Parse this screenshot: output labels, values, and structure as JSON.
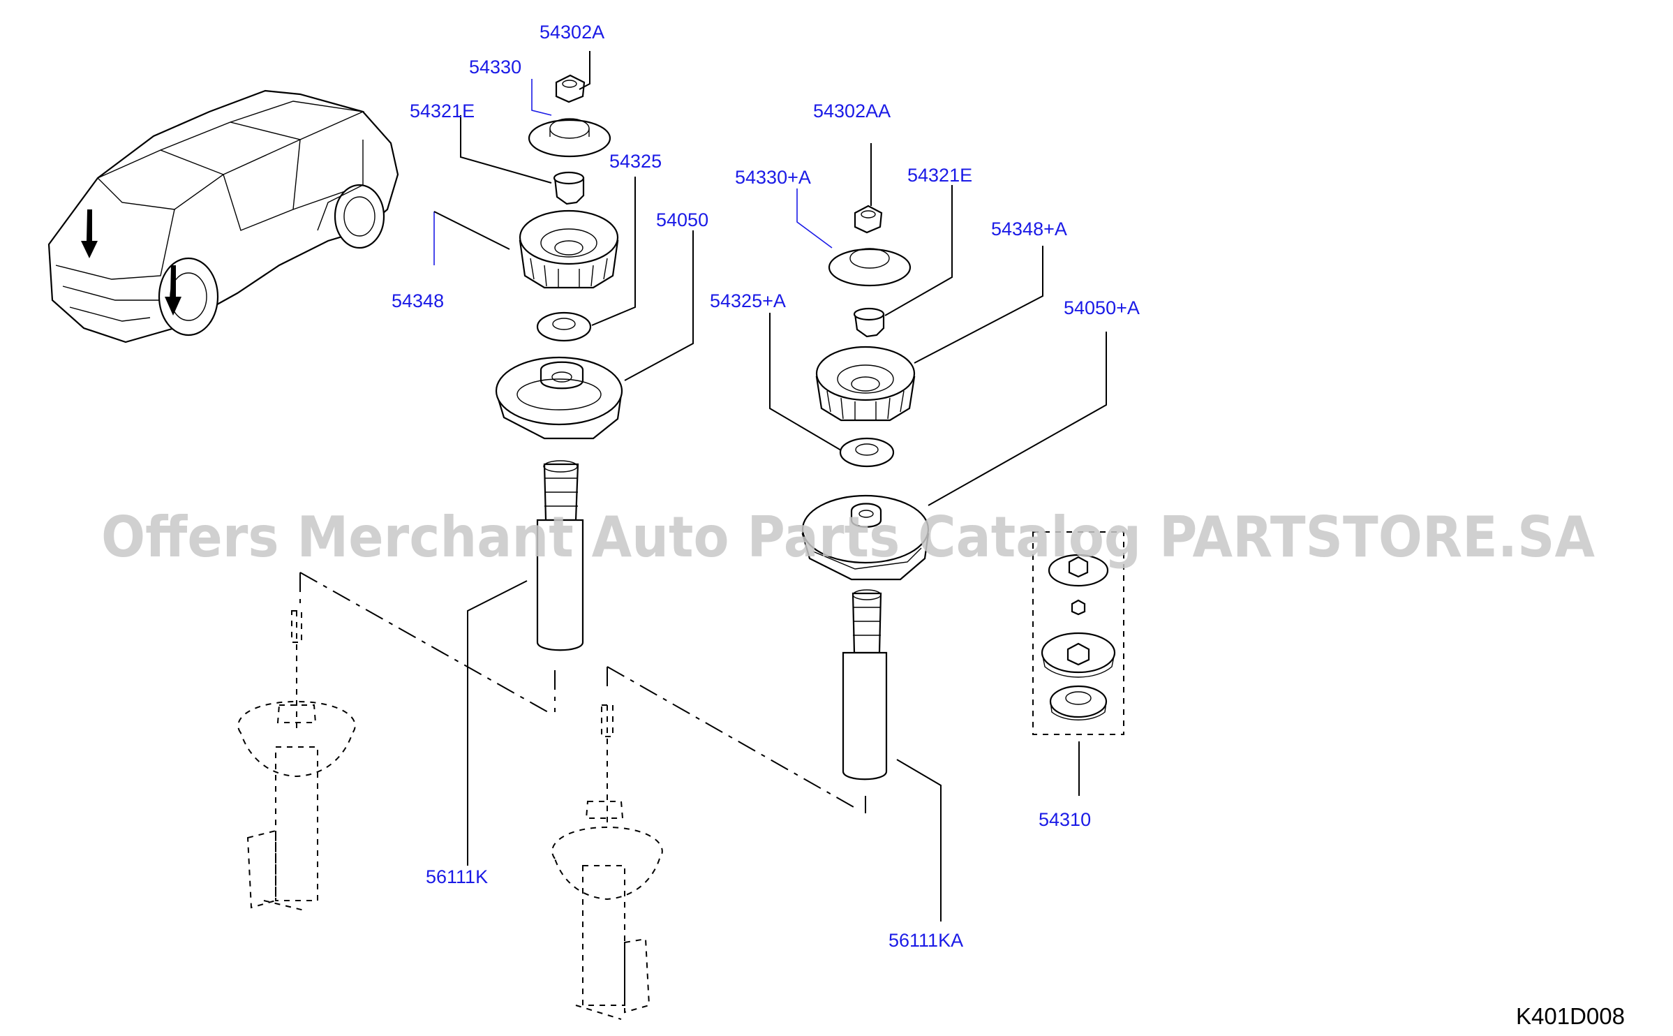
{
  "labels": {
    "p54302A": "54302A",
    "p54330": "54330",
    "p54321E_left": "54321E",
    "p54325": "54325",
    "p54050": "54050",
    "p54348": "54348",
    "p54302AA": "54302AA",
    "p54330A": "54330+A",
    "p54321E_right": "54321E",
    "p54348A": "54348+A",
    "p54325A": "54325+A",
    "p54050A": "54050+A",
    "p54310": "54310",
    "p56111K": "56111K",
    "p56111KA": "56111KA"
  },
  "diagram_code": "K401D008",
  "watermark": "Offers Merchant Auto Parts Catalog PARTSTORE.SA",
  "colors": {
    "label": "#1a1ae6",
    "line": "#000000",
    "watermark": "#c8c8c8"
  }
}
